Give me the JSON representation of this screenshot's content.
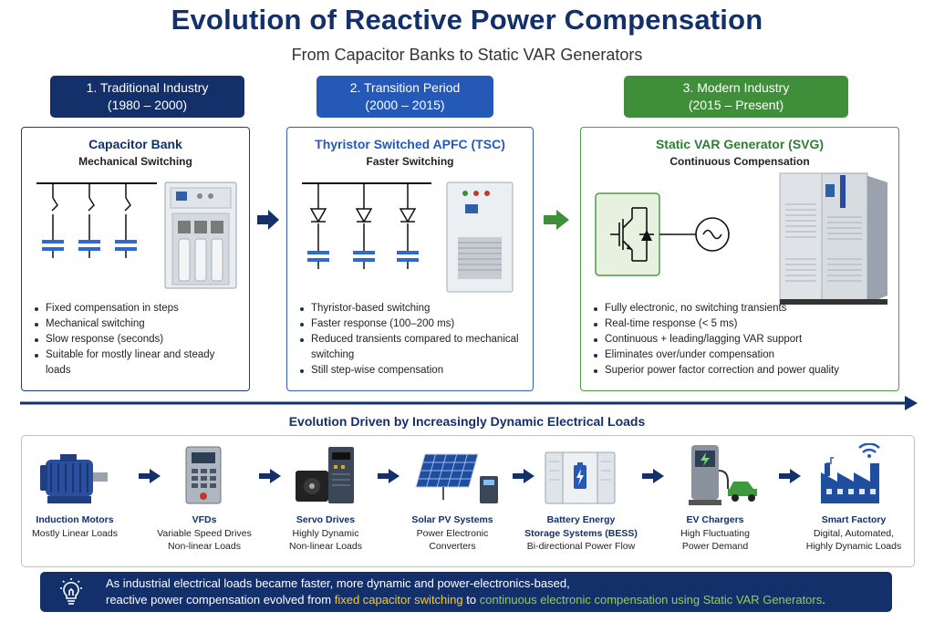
{
  "title": "Evolution of Reactive Power Compensation",
  "subtitle": "From Capacitor Banks to Static VAR Generators",
  "colors": {
    "navy": "#13306b",
    "blue": "#2459b8",
    "green": "#3f8f3a",
    "yellow": "#f5cb2a",
    "light_green": "#8fd14f"
  },
  "eras": [
    {
      "label": "1. Traditional Industry",
      "years": "(1980 – 2000)"
    },
    {
      "label": "2. Transition Period",
      "years": "(2000 – 2015)"
    },
    {
      "label": "3. Modern Industry",
      "years": "(2015 – Present)"
    }
  ],
  "panels": [
    {
      "title": "Capacitor Bank",
      "subtitle": "Mechanical Switching",
      "bullets": [
        "Fixed compensation in steps",
        "Mechanical switching",
        "Slow response (seconds)",
        "Suitable for mostly linear and steady loads"
      ]
    },
    {
      "title": "Thyristor Switched APFC (TSC)",
      "subtitle": "Faster Switching",
      "bullets": [
        "Thyristor-based switching",
        "Faster response (100–200 ms)",
        "Reduced transients compared to mechanical switching",
        "Still step-wise compensation"
      ]
    },
    {
      "title": "Static VAR Generator (SVG)",
      "subtitle": "Continuous Compensation",
      "bullets": [
        "Fully electronic, no switching transients",
        "Real-time response (< 5 ms)",
        "Continuous + leading/lagging VAR support",
        "Eliminates over/under compensation",
        "Superior power factor correction and power quality"
      ]
    }
  ],
  "timeline_label": "Evolution Driven by Increasingly Dynamic Electrical Loads",
  "loads": [
    {
      "title": "Induction Motors",
      "desc1": "Mostly Linear Loads",
      "desc2": "",
      "icon": "motor-icon"
    },
    {
      "title": "VFDs",
      "desc1": "Variable Speed Drives",
      "desc2": "Non-linear Loads",
      "icon": "vfd-icon"
    },
    {
      "title": "Servo Drives",
      "desc1": "Highly Dynamic",
      "desc2": "Non-linear Loads",
      "icon": "servo-icon"
    },
    {
      "title": "Solar PV Systems",
      "desc1": "Power Electronic",
      "desc2": "Converters",
      "icon": "solar-panel-icon"
    },
    {
      "title": "Battery Energy",
      "title2": "Storage Systems (BESS)",
      "desc1": "Bi-directional Power Flow",
      "icon": "battery-storage-icon"
    },
    {
      "title": "EV Chargers",
      "desc1": "High Fluctuating",
      "desc2": "Power Demand",
      "icon": "ev-charger-icon"
    },
    {
      "title": "Smart Factory",
      "desc1": "Digital, Automated,",
      "desc2": "Highly Dynamic Loads",
      "icon": "smart-factory-icon"
    }
  ],
  "banner": {
    "line1": "As industrial electrical loads became faster, more dynamic and power-electronics-based,",
    "line2_pre": "reactive power compensation evolved from ",
    "line2_hl1": "fixed capacitor switching",
    "line2_mid": " to ",
    "line2_hl2": "continuous electronic compensation using Static VAR Generators",
    "line2_end": "."
  }
}
